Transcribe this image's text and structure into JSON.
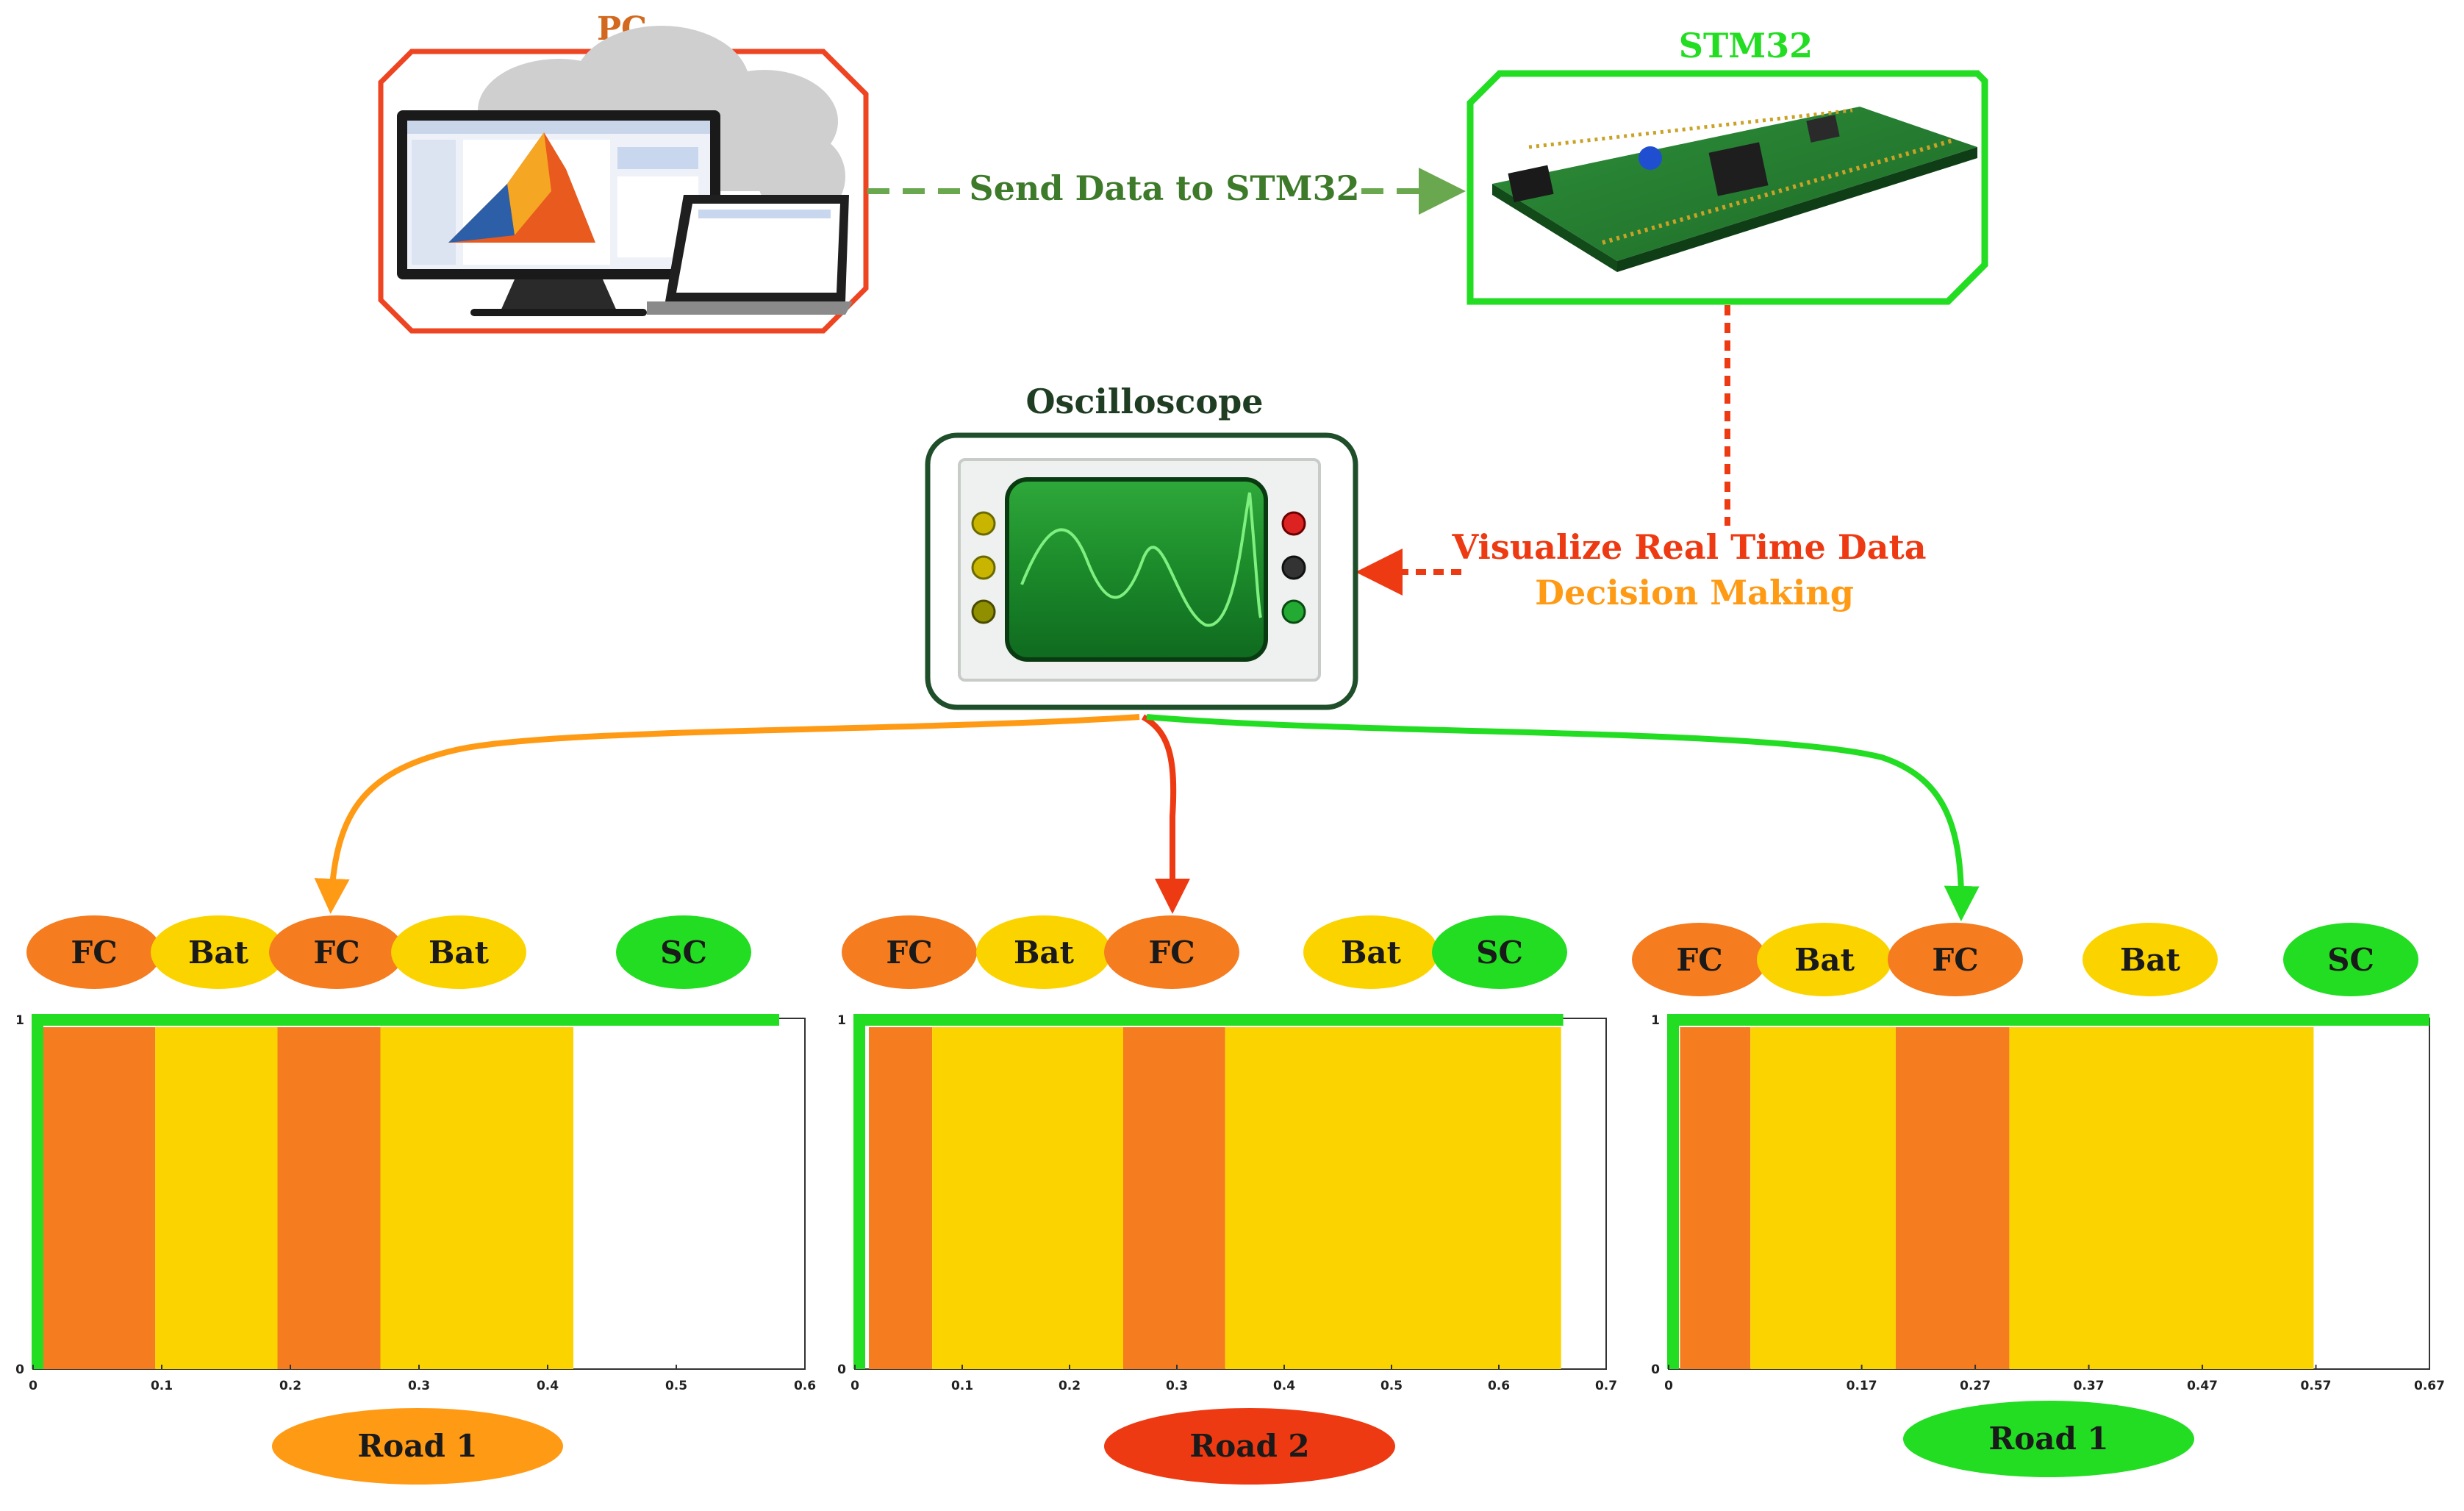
{
  "pc": {
    "label": "PC"
  },
  "stm32": {
    "label": "STM32"
  },
  "oscilloscope": {
    "label": "Oscilloscope"
  },
  "arrows": {
    "send_data": "Send Data to STM32",
    "visualize": "Visualize Real Time Data",
    "decision": "Decision Making"
  },
  "colors": {
    "fc": "#f57c1f",
    "bat": "#fbd400",
    "sc": "#22dd22",
    "road1_orange": "#ff9a14",
    "road2_red": "#ee3a12",
    "road3_green": "#22dd22",
    "pc_border": "#ee4422",
    "stm_border": "#22dd22",
    "osc_border": "#1f4f2a"
  },
  "panels": [
    {
      "road_label": "Road 1",
      "road_color": "road1_orange",
      "xticks": [
        "0",
        "0.1",
        "0.2",
        "0.3",
        "0.4",
        "0.5",
        "0.6"
      ],
      "yticks": [
        "0",
        "1"
      ],
      "source_labels": [
        "FC",
        "Bat",
        "FC",
        "Bat",
        "SC"
      ],
      "source_types": [
        "fc",
        "bat",
        "fc",
        "bat",
        "sc"
      ],
      "segments": [
        {
          "source": "FC",
          "start": 0.007,
          "end": 0.095
        },
        {
          "source": "Bat",
          "start": 0.095,
          "end": 0.19
        },
        {
          "source": "FC",
          "start": 0.19,
          "end": 0.27
        },
        {
          "source": "Bat",
          "start": 0.27,
          "end": 0.42
        }
      ]
    },
    {
      "road_label": "Road 2",
      "road_color": "road2_red",
      "xticks": [
        "0",
        "0.1",
        "0.2",
        "0.3",
        "0.4",
        "0.5",
        "0.6",
        "0.7"
      ],
      "yticks": [
        "0",
        "1"
      ],
      "source_labels": [
        "FC",
        "Bat",
        "FC",
        "Bat",
        "SC"
      ],
      "source_types": [
        "fc",
        "bat",
        "fc",
        "bat",
        "sc"
      ],
      "segments": [
        {
          "source": "FC",
          "start": 0.013,
          "end": 0.072
        },
        {
          "source": "Bat",
          "start": 0.072,
          "end": 0.25
        },
        {
          "source": "FC",
          "start": 0.25,
          "end": 0.345
        },
        {
          "source": "Bat",
          "start": 0.345,
          "end": 0.658
        }
      ]
    },
    {
      "road_label": "Road 1",
      "road_color": "road3_green",
      "xticks": [
        "0",
        "0.17",
        "0.27",
        "0.37",
        "0.47",
        "0.57",
        "0.67"
      ],
      "yticks": [
        "0",
        "1"
      ],
      "source_labels": [
        "FC",
        "Bat",
        "FC",
        "Bat",
        "SC"
      ],
      "source_types": [
        "fc",
        "bat",
        "fc",
        "bat",
        "sc"
      ],
      "segments": [
        {
          "source": "FC",
          "start": 0.01,
          "end": 0.072
        },
        {
          "source": "Bat",
          "start": 0.072,
          "end": 0.2
        },
        {
          "source": "FC",
          "start": 0.2,
          "end": 0.3
        },
        {
          "source": "Bat",
          "start": 0.3,
          "end": 0.568
        }
      ]
    }
  ]
}
